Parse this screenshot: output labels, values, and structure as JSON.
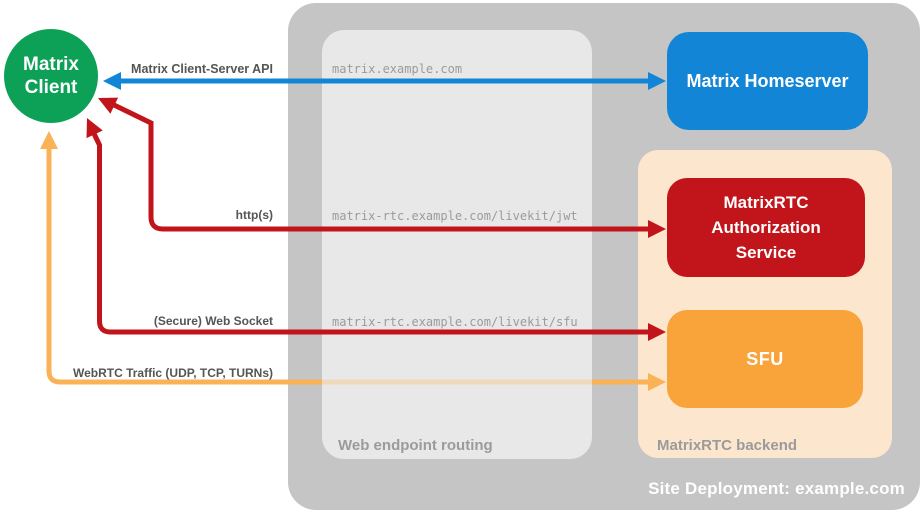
{
  "colors": {
    "page_bg": "#ffffff",
    "site_bg": "#c5c5c5",
    "routing_bg": "#e8e8e8",
    "backend_bg": "#fce6cd",
    "homeserver_bg": "#1385d7",
    "auth_bg": "#c1151b",
    "sfu_bg": "#f9a33b",
    "client_bg": "#0da157",
    "arrow_blue": "#1385d7",
    "arrow_red": "#c1151b",
    "arrow_orange": "#f9b255",
    "arrow_orange_faded": "#eed9bc",
    "label_gray": "#9b9b9b",
    "edge_label_gray": "#555555"
  },
  "containers": {
    "site": {
      "label": "Site Deployment: example.com"
    },
    "routing": {
      "label": "Web endpoint routing"
    },
    "backend": {
      "label": "MatrixRTC backend"
    }
  },
  "nodes": {
    "client": {
      "label": "Matrix Client"
    },
    "homeserver": {
      "label": "Matrix Homeserver"
    },
    "auth_service": {
      "label": "MatrixRTC Authorization Service"
    },
    "sfu": {
      "label": "SFU"
    }
  },
  "endpoints": {
    "homeserver": "matrix.example.com",
    "jwt": "matrix-rtc.example.com/livekit/jwt",
    "sfu": "matrix-rtc.example.com/livekit/sfu"
  },
  "edges": {
    "client_server_api": {
      "label": "Matrix Client-Server API",
      "color": "blue",
      "from": "Matrix Client",
      "to": "Matrix Homeserver",
      "bidirectional": true
    },
    "http": {
      "label": "http(s)",
      "color": "red",
      "from": "Matrix Client",
      "to": "MatrixRTC Authorization Service"
    },
    "websocket": {
      "label": "(Secure) Web Socket",
      "color": "red",
      "from": "Matrix Client",
      "to": "SFU"
    },
    "webrtc": {
      "label": "WebRTC Traffic (UDP, TCP, TURNs)",
      "color": "orange",
      "from": "Matrix Client",
      "to": "SFU"
    }
  }
}
